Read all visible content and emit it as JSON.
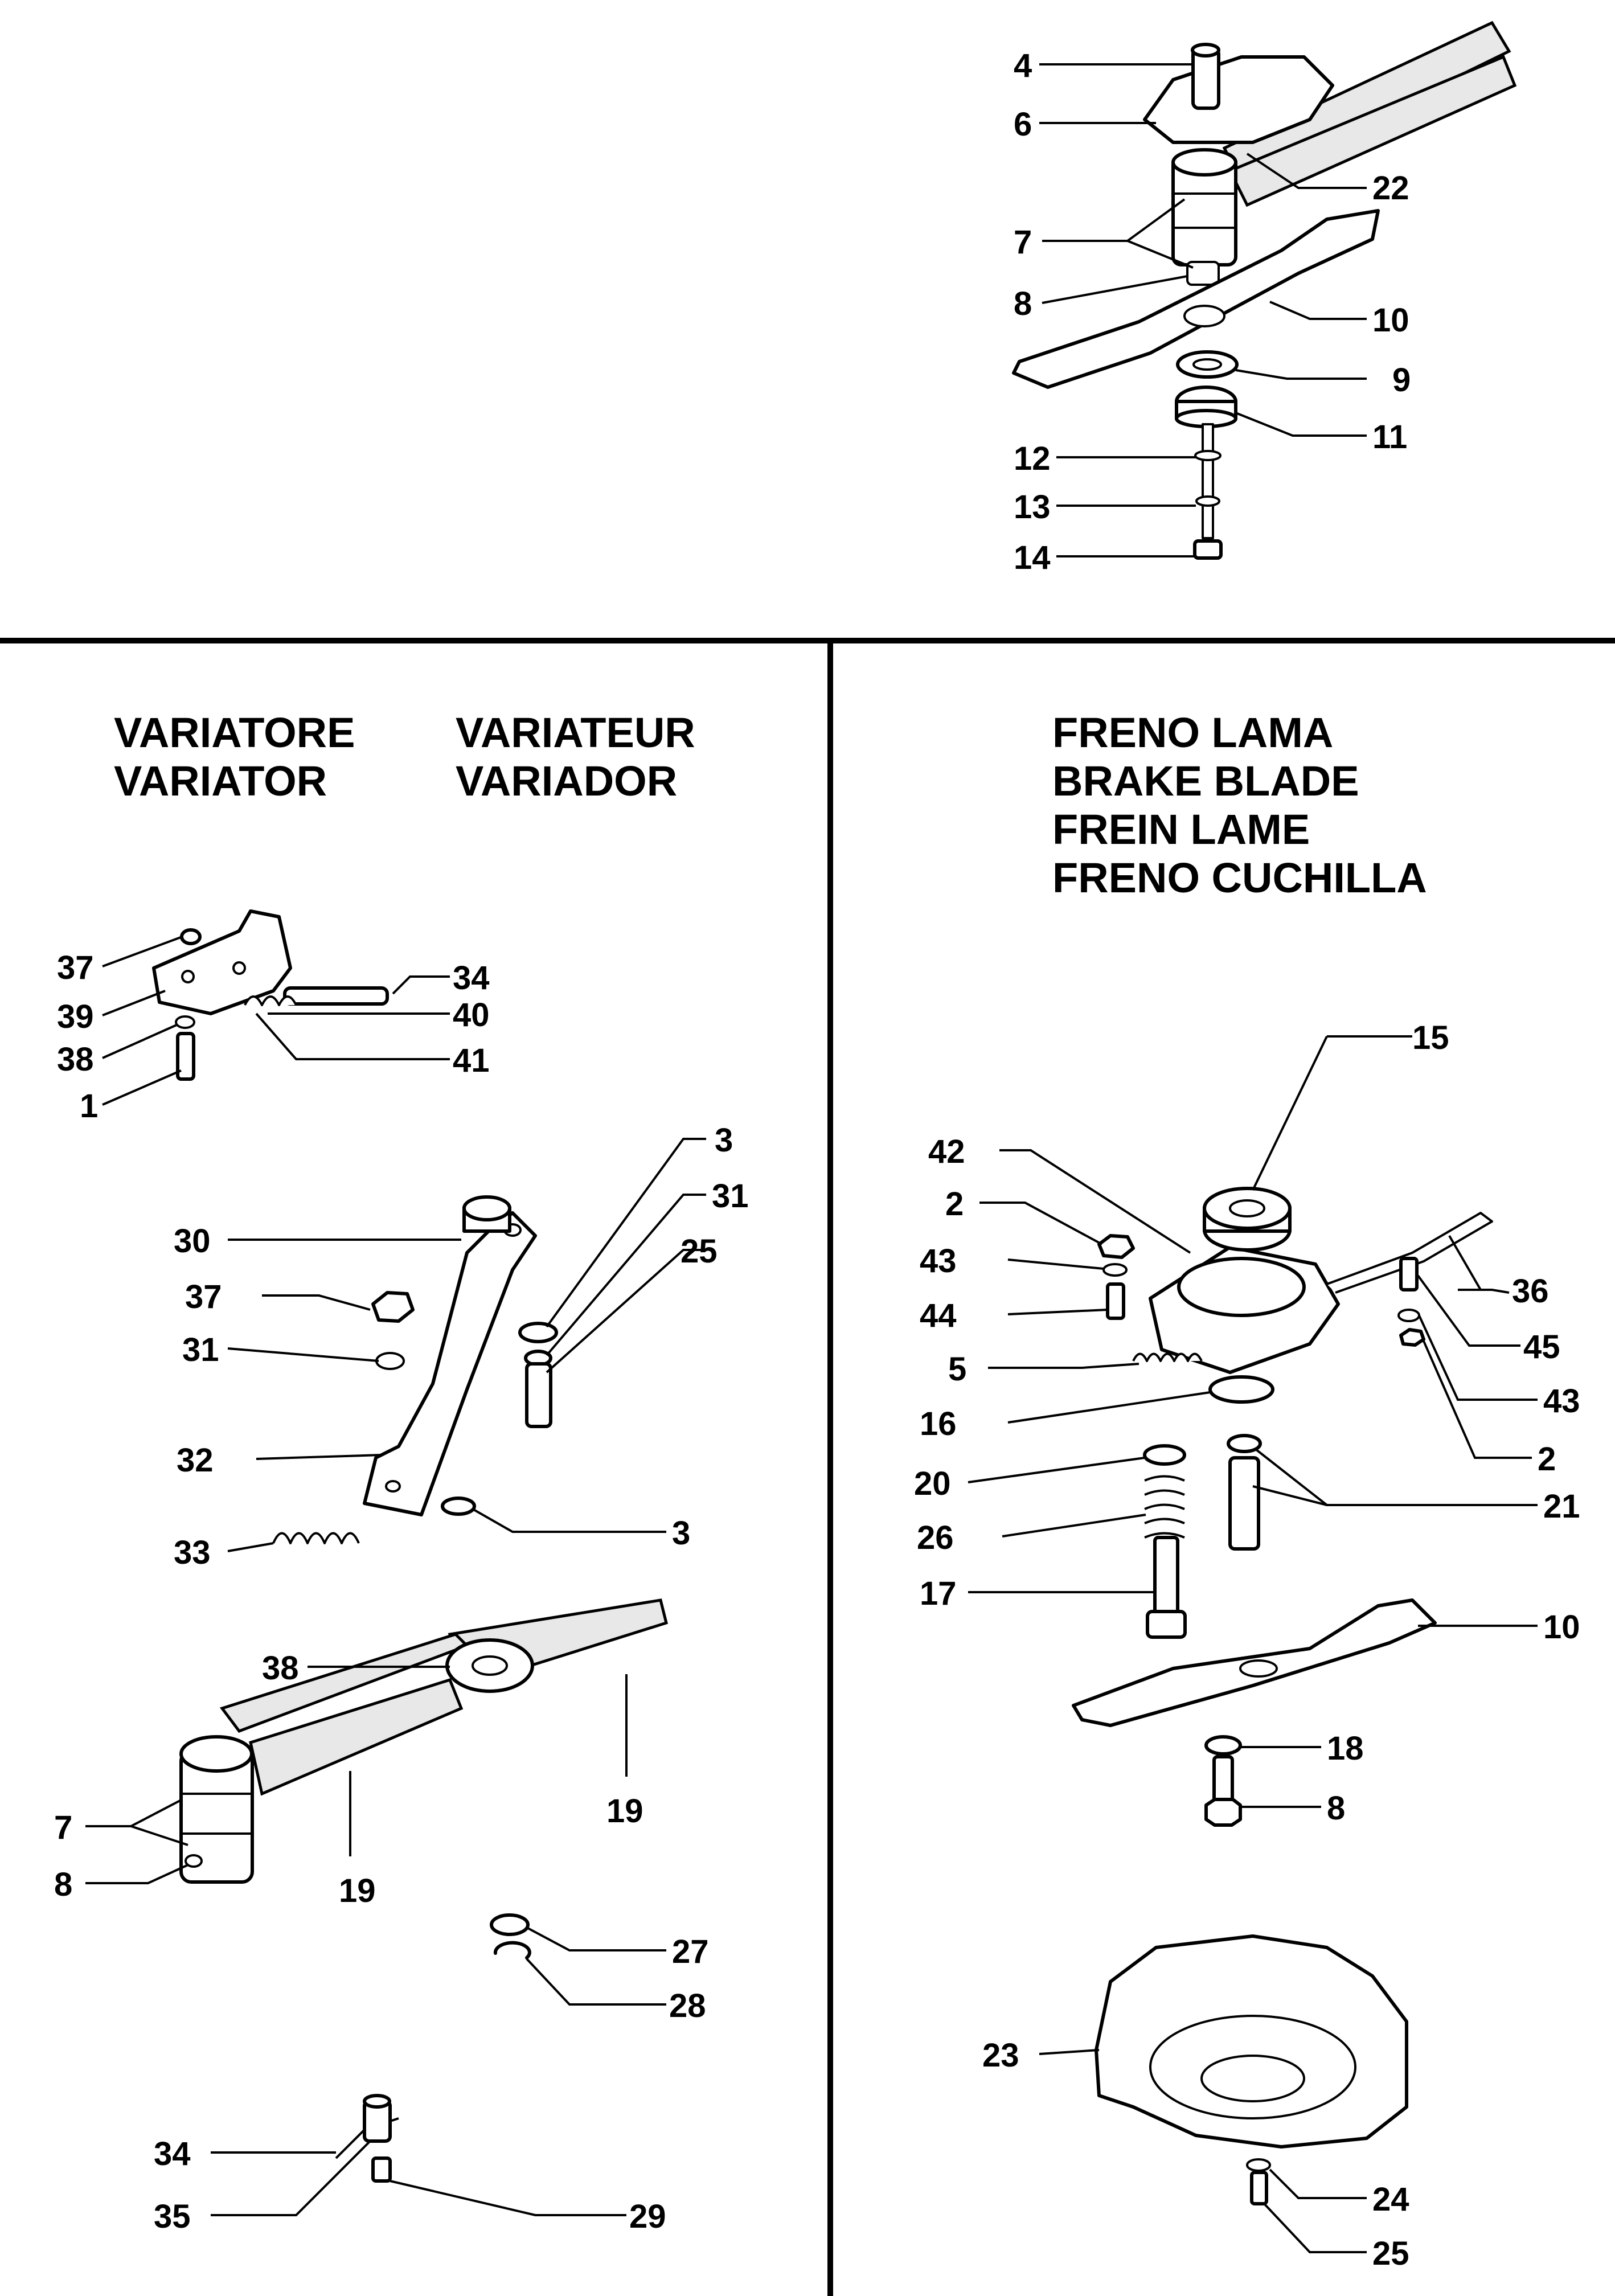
{
  "sections": {
    "variator_titles": [
      "VARIATORE",
      "VARIATOR",
      "VARIATEUR",
      "VARIADOR"
    ],
    "brake_titles": [
      "FRENO LAMA",
      "BRAKE BLADE",
      "FREIN LAME",
      "FRENO CUCHILLA"
    ]
  },
  "callouts": {
    "top": [
      "4",
      "6",
      "22",
      "7",
      "8",
      "10",
      "9",
      "11",
      "12",
      "13",
      "14"
    ],
    "variator": [
      "37",
      "39",
      "38",
      "1",
      "34",
      "40",
      "41",
      "3",
      "31",
      "25",
      "30",
      "37",
      "31",
      "32",
      "33",
      "3",
      "38",
      "19",
      "7",
      "8",
      "19",
      "27",
      "28",
      "34",
      "35",
      "29"
    ],
    "brake": [
      "15",
      "42",
      "2",
      "43",
      "44",
      "5",
      "16",
      "36",
      "45",
      "43",
      "2",
      "20",
      "26",
      "17",
      "21",
      "10",
      "18",
      "8",
      "23",
      "24",
      "25"
    ]
  }
}
